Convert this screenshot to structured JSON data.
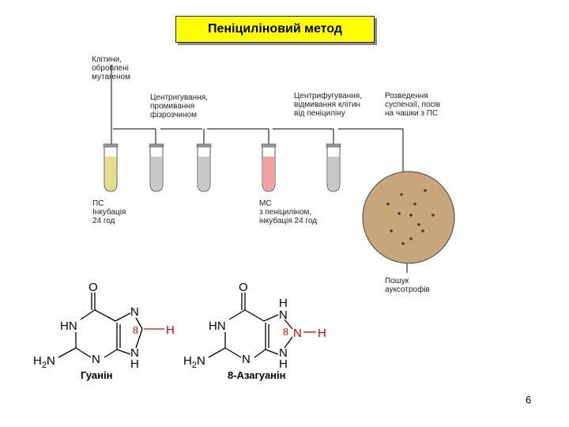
{
  "title": "Пеніциліновий метод",
  "labels": {
    "cells": "Клітини,\nоброблені\nмутагеном",
    "centrifuge_wash": "Центригування,\nпромивання\nфізрозчином",
    "centrifuge_penicillin": "Центрифугування,\nвідмивання клітин\nвід пеніциліну",
    "dilution": "Розведення\nсуспензії, посів\nна чашки з ПС",
    "ps_incubation": "ПС\nІнкубація\n24 год",
    "ms_penicillin": "МС\nз пеніциліном,\nінкубація 24 год",
    "search": "Пошук\nауксотрофів"
  },
  "molecules": {
    "guanine": {
      "name": "Гуанін",
      "atoms": {
        "o": "O",
        "hn": "HN",
        "n_top": "N",
        "n_bottom": "N",
        "nh": "N",
        "h_nh": "H",
        "h_c8": "H",
        "h2n": "H2N",
        "pos8": "8"
      }
    },
    "azaguanine": {
      "name": "8-Азагуанін",
      "atoms": {
        "o": "O",
        "hn": "HN",
        "h_top": "H",
        "n_top": "N",
        "n8": "N",
        "h_n8": "H",
        "n_bottom_right": "N",
        "h_bottom": "H",
        "n_bottom": "N",
        "h2n": "H2N",
        "pos8": "8"
      }
    }
  },
  "colors": {
    "title_bg": "#ffff00",
    "tube_yellow": "#e4e08a",
    "tube_gray": "#c8c8c8",
    "tube_red": "#f2a0a0",
    "dish": "#c8a87a",
    "highlight": "#d00000"
  },
  "page_number": "6"
}
